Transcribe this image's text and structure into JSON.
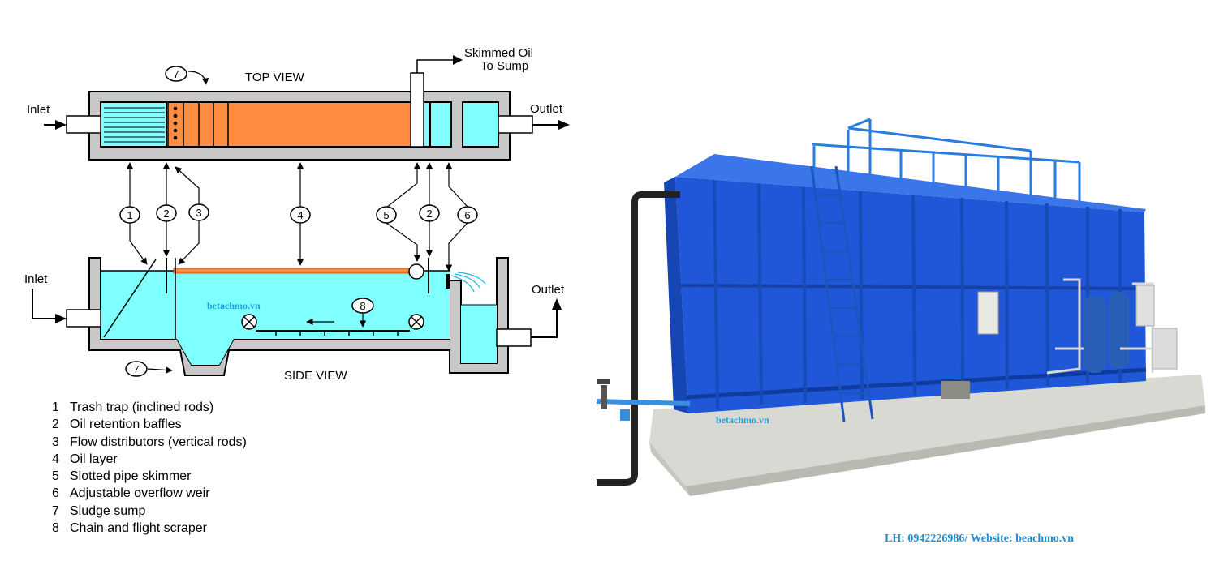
{
  "diagram": {
    "top_view_title": "TOP VIEW",
    "side_view_title": "SIDE VIEW",
    "skimmed_oil_line1": "Skimmed  Oil",
    "skimmed_oil_line2": "To Sump",
    "inlet_top": "Inlet",
    "outlet_top": "Outlet",
    "inlet_side": "Inlet",
    "outlet_side": "Outlet",
    "watermark_left": "betachmo.vn",
    "callouts": {
      "sump_top": "7",
      "c1": "1",
      "c2a": "2",
      "c3": "3",
      "c4": "4",
      "c5": "5",
      "c2b": "2",
      "c6": "6",
      "c8": "8",
      "sump_side": "7"
    },
    "colors": {
      "water": "#80ffff",
      "oil": "#ff8c40",
      "wall": "#c8c8c8",
      "outline": "#000000"
    }
  },
  "legend": [
    {
      "num": "1",
      "text": "Trash trap (inclined rods)"
    },
    {
      "num": "2",
      "text": "Oil retention baffles"
    },
    {
      "num": "3",
      "text": "Flow distributors (vertical rods)"
    },
    {
      "num": "4",
      "text": "Oil layer"
    },
    {
      "num": "5",
      "text": "Slotted pipe skimmer"
    },
    {
      "num": "6",
      "text": "Adjustable overflow weir"
    },
    {
      "num": "7",
      "text": "Sludge sump"
    },
    {
      "num": "8",
      "text": "Chain and flight scraper"
    }
  ],
  "photo": {
    "watermark": "betachmo.vn",
    "colors": {
      "tank": "#1f57d8",
      "rail": "#2a7de0",
      "slab": "#d9d9d4"
    }
  },
  "footer": {
    "contact": "LH: 0942226986/ Website: beachmo.vn"
  }
}
